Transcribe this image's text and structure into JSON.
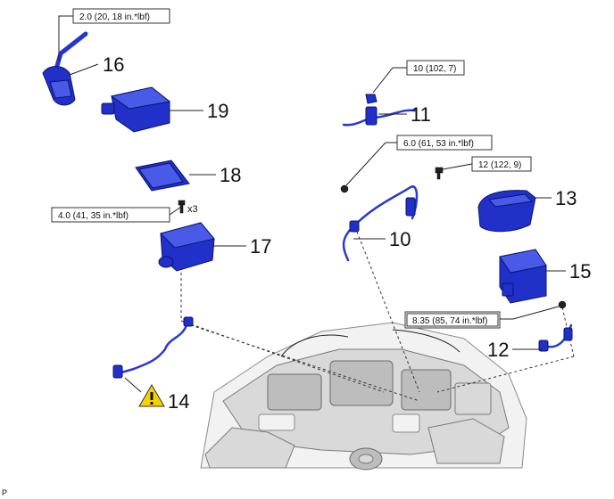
{
  "callouts": {
    "c11": "11",
    "c10": "10",
    "c12": "12",
    "c13": "13",
    "c14": "14",
    "c15": "15",
    "c16": "16",
    "c17": "17",
    "c18": "18",
    "c19": "19"
  },
  "torque": {
    "t16": "2.0 (20, 18 in.*lbf)",
    "t11": "10 (102, 7)",
    "t10": "6.0 (61, 53 in.*lbf)",
    "t10b": "12 (122, 9)",
    "t17": "4.0 (41, 35 in.*lbf)",
    "t12": "8.35 (85, 74 in.*lbf)"
  },
  "qty": "x3",
  "corner_label": "P"
}
